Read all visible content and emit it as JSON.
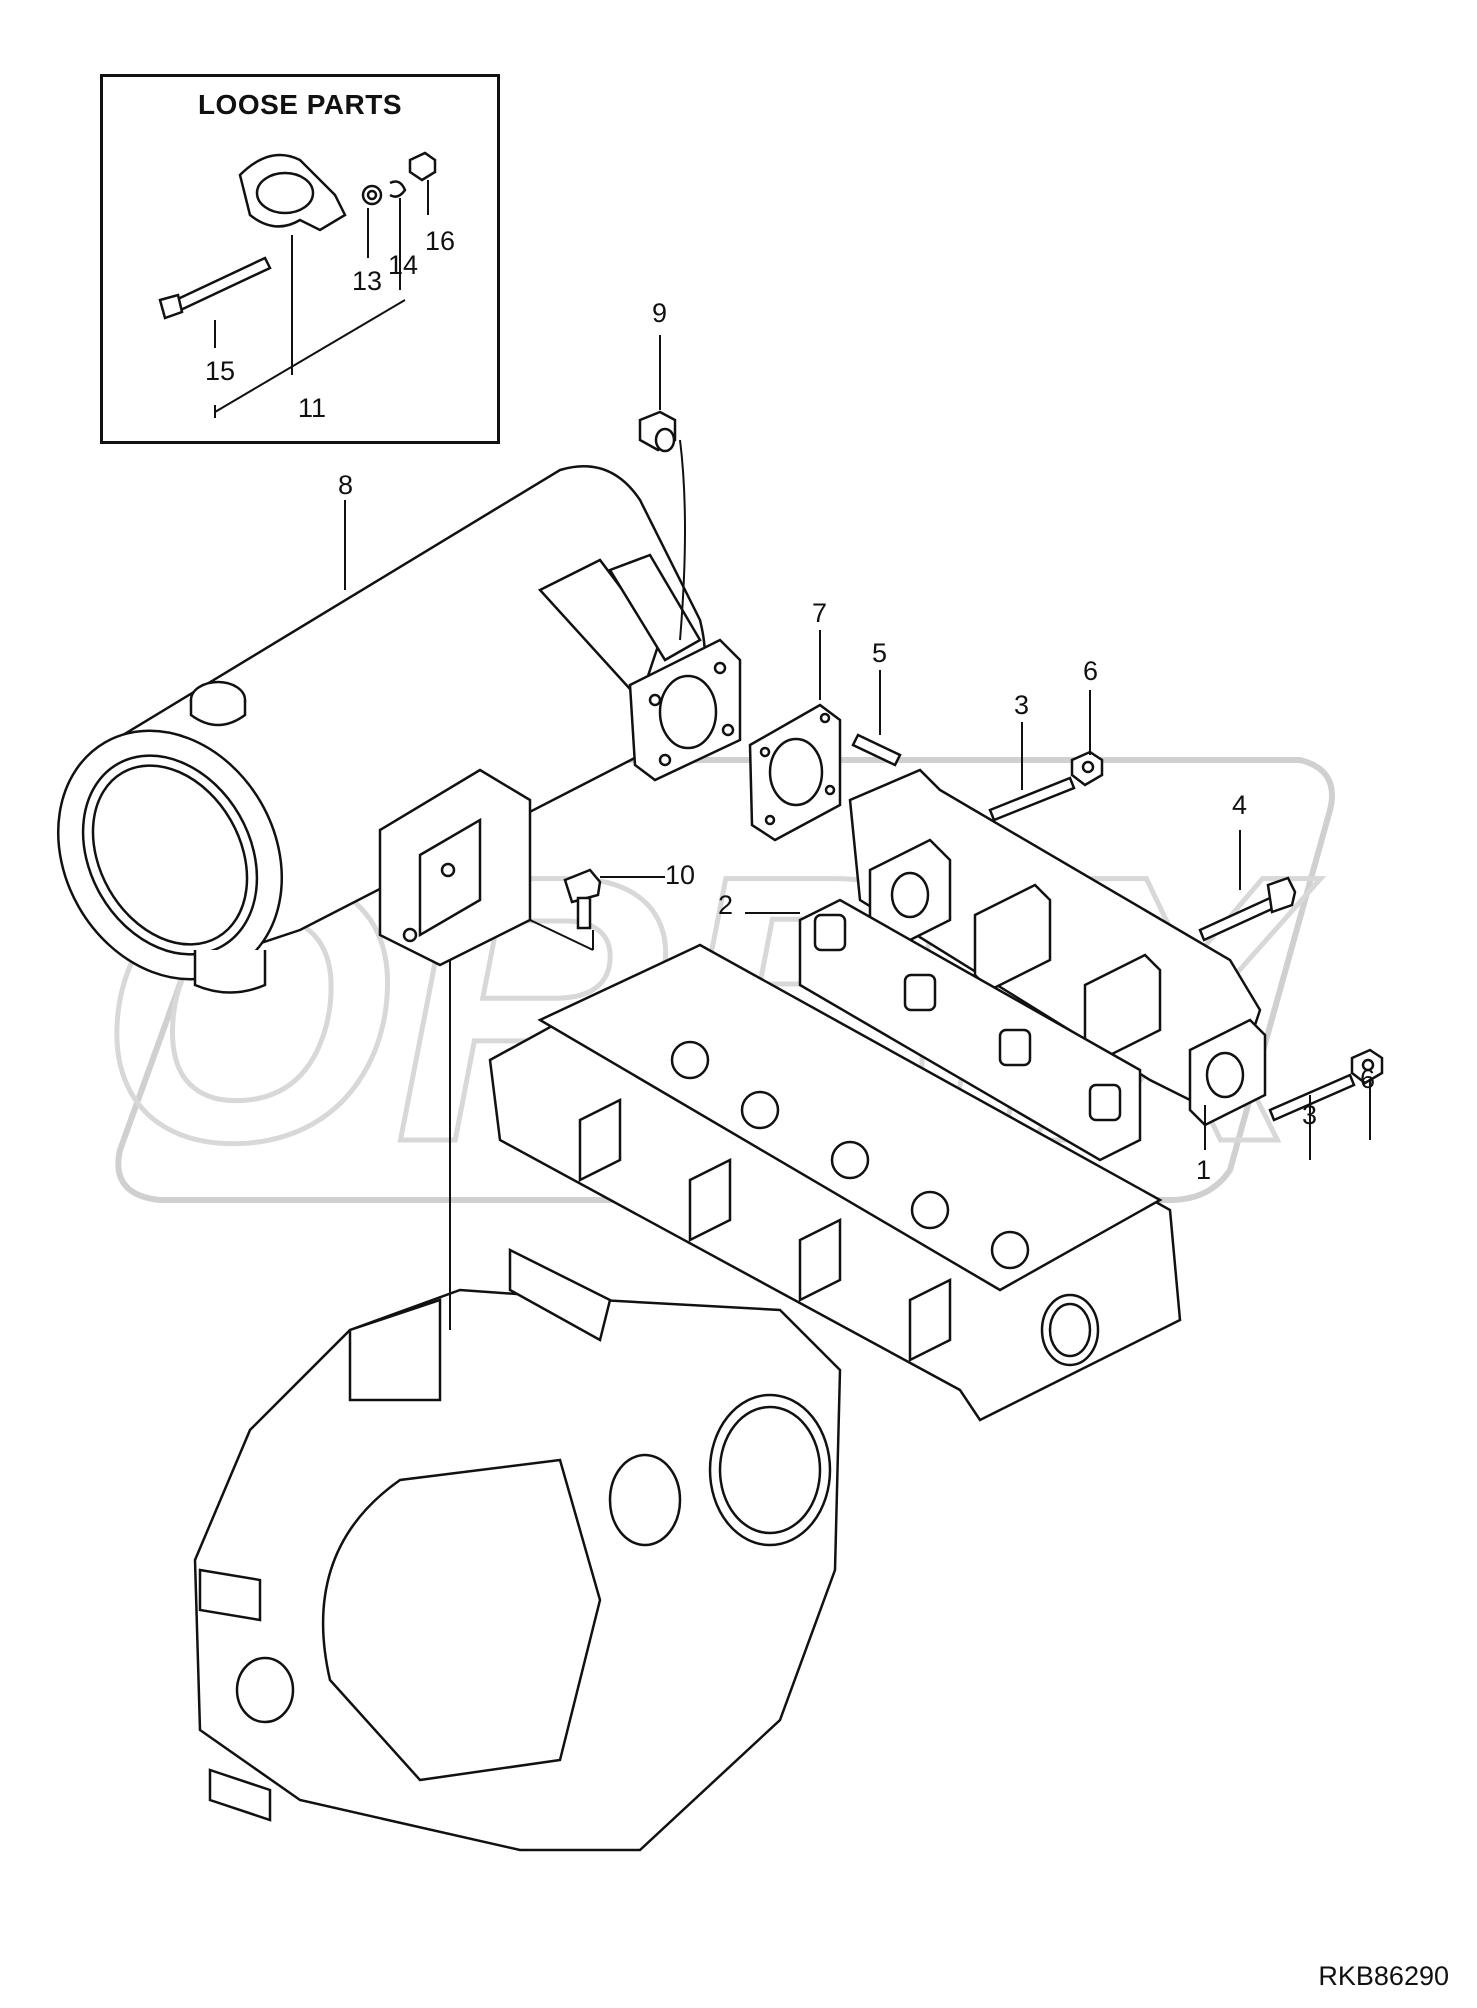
{
  "loose_parts": {
    "title": "LOOSE PARTS"
  },
  "callouts": {
    "c1": "1",
    "c2": "2",
    "c3a": "3",
    "c3b": "3",
    "c4": "4",
    "c5": "5",
    "c6a": "6",
    "c6b": "6",
    "c7": "7",
    "c8": "8",
    "c9": "9",
    "c10": "10",
    "c11": "11",
    "c13": "13",
    "c14": "14",
    "c15": "15",
    "c16": "16"
  },
  "drawing_code": "RKB86290",
  "watermark": "ORBIX",
  "colors": {
    "line": "#111111",
    "watermark": "#d8d8d8",
    "background": "#ffffff"
  }
}
